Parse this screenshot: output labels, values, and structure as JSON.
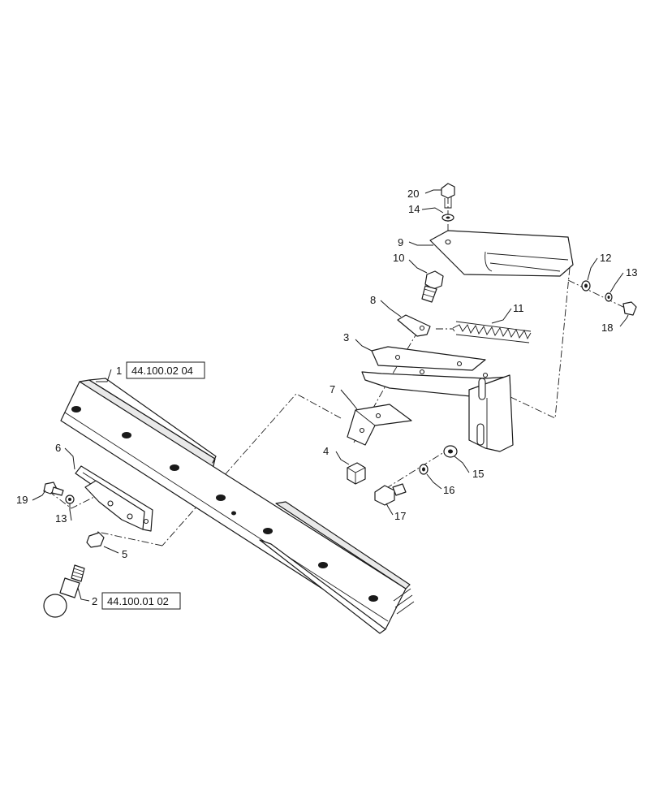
{
  "callouts": [
    {
      "id": "1",
      "ref": "44.100.02 04"
    },
    {
      "id": "2",
      "ref": "44.100.01 02"
    },
    {
      "id": "3"
    },
    {
      "id": "4"
    },
    {
      "id": "5"
    },
    {
      "id": "6"
    },
    {
      "id": "7"
    },
    {
      "id": "8"
    },
    {
      "id": "9"
    },
    {
      "id": "10"
    },
    {
      "id": "11"
    },
    {
      "id": "12"
    },
    {
      "id": "13"
    },
    {
      "id": "13"
    },
    {
      "id": "14"
    },
    {
      "id": "15"
    },
    {
      "id": "16"
    },
    {
      "id": "17"
    },
    {
      "id": "18"
    },
    {
      "id": "19"
    },
    {
      "id": "20"
    }
  ]
}
